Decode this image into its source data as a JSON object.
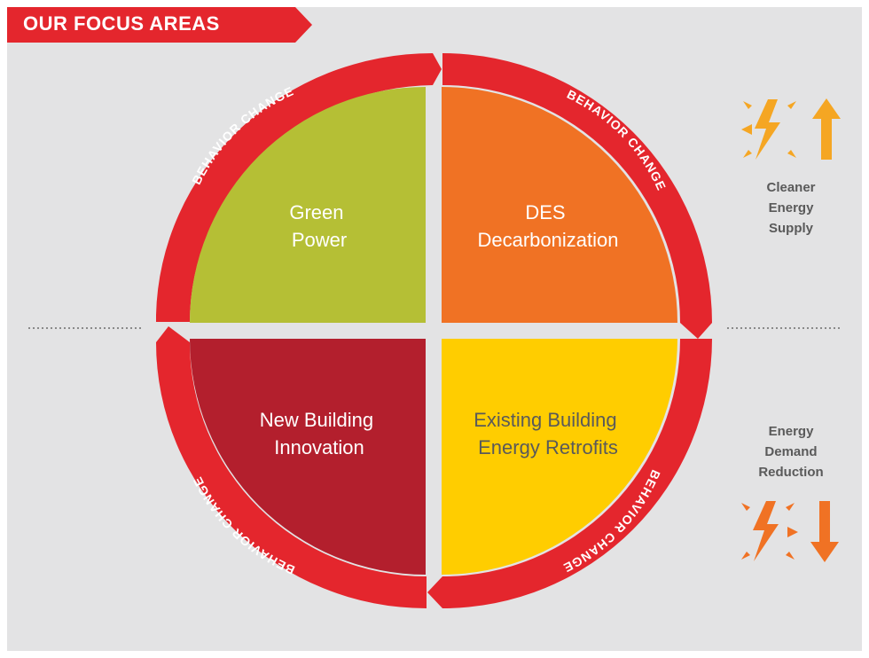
{
  "banner": {
    "title": "OUR FOCUS AREAS"
  },
  "colors": {
    "background": "#e3e3e4",
    "banner": "#e4262d",
    "ring": "#e4262d",
    "green_power": "#b5bf35",
    "des_decarbonization": "#f07224",
    "new_building": "#b31f2d",
    "existing_building": "#ffcd00",
    "icon_supply": "#f5a623",
    "icon_demand": "#f07224"
  },
  "quadrants": {
    "green_power": [
      "Green",
      "Power"
    ],
    "des_decarbonization": [
      "DES",
      "Decarbonization"
    ],
    "new_building": [
      "New Building",
      "Innovation"
    ],
    "existing_building": [
      "Existing Building",
      "Energy Retrofits"
    ]
  },
  "ring_label": "BEHAVIOR CHANGE",
  "side": {
    "supply": {
      "lines": [
        "Cleaner",
        "Energy",
        "Supply"
      ],
      "icon": "lightning-arrow-up-icon"
    },
    "demand": {
      "lines": [
        "Energy",
        "Demand",
        "Reduction"
      ],
      "icon": "lightning-arrow-down-icon"
    }
  }
}
